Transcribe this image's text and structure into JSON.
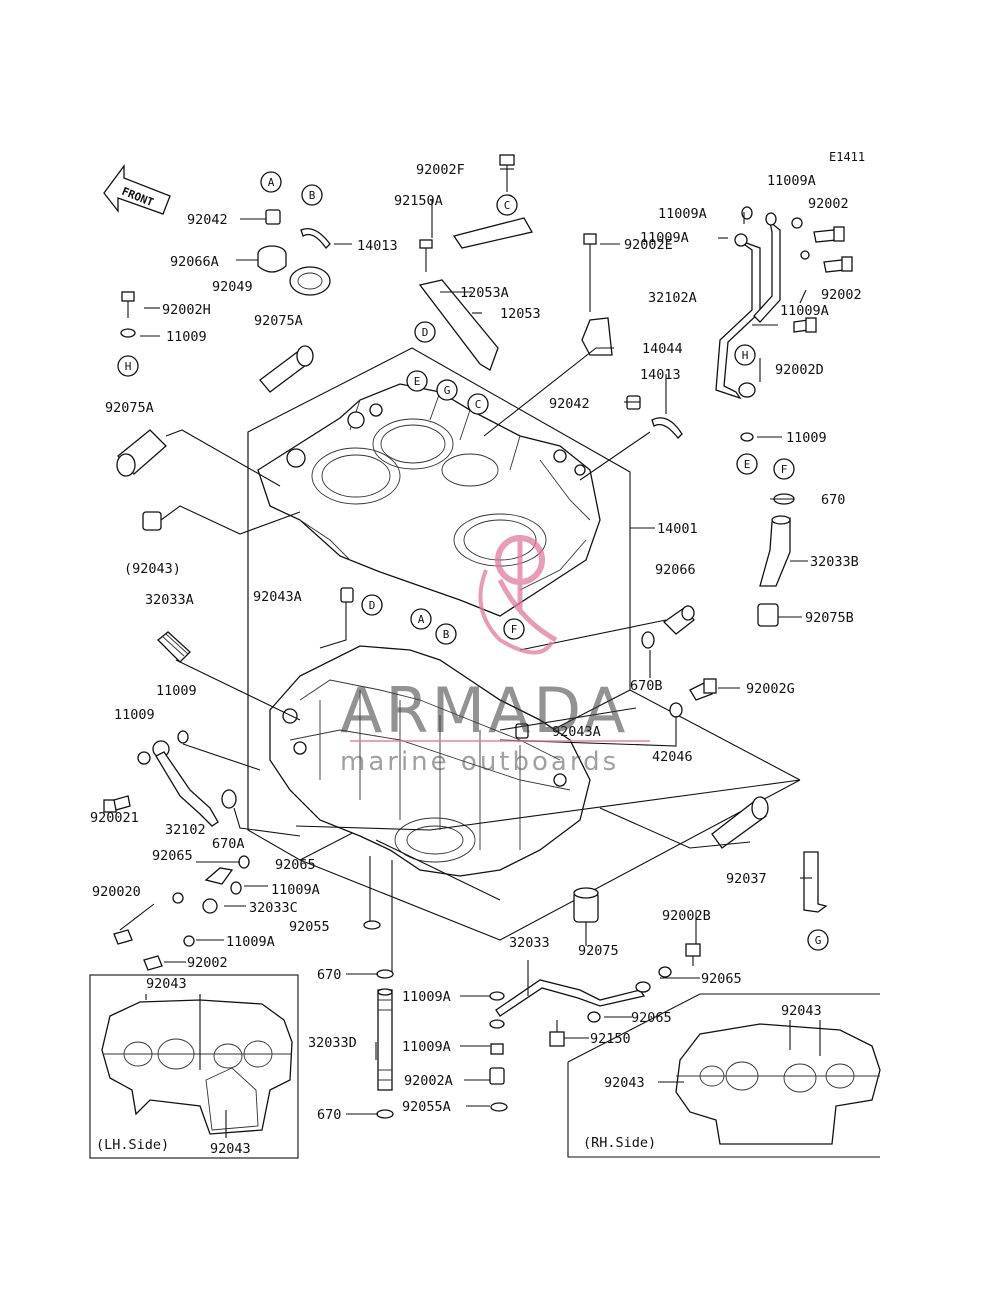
{
  "diagram": {
    "code": "E1411",
    "front_label": "FRONT",
    "part_labels": [
      "92042",
      "14013",
      "92066A",
      "92049",
      "92002F",
      "92150A",
      "12053A",
      "12053",
      "92002H",
      "11009",
      "92075A",
      "92075A",
      "(92043)",
      "92002E",
      "14044",
      "92042",
      "14013",
      "11009A",
      "11009A",
      "11009A",
      "92002",
      "92002",
      "32102A",
      "11009A",
      "92002D",
      "11009",
      "14001",
      "670",
      "32033B",
      "92075B",
      "92066",
      "32033A",
      "92043A",
      "670B",
      "92002G",
      "92043A",
      "42046",
      "11009",
      "11009",
      "920021",
      "32102",
      "670A",
      "92065",
      "92065",
      "920020",
      "11009A",
      "32033C",
      "11009A",
      "92002",
      "92055",
      "92075",
      "92037",
      "92002B",
      "32033",
      "11009A",
      "92065",
      "92065",
      "670",
      "32033D",
      "92150",
      "11009A",
      "92002A",
      "670",
      "92055A",
      "92043",
      "92043",
      "92043",
      "92043"
    ],
    "ref_markers": [
      "A",
      "B",
      "C",
      "C",
      "D",
      "D",
      "E",
      "E",
      "G",
      "A",
      "B",
      "F",
      "H",
      "H",
      "E",
      "F",
      "G"
    ],
    "insets": [
      {
        "label": "(LH.Side)"
      },
      {
        "label": "(RH.Side)"
      }
    ]
  },
  "watermark": {
    "brand": "ARMADA",
    "tagline": "marine outboards",
    "accent_color": "#e07aa0"
  }
}
